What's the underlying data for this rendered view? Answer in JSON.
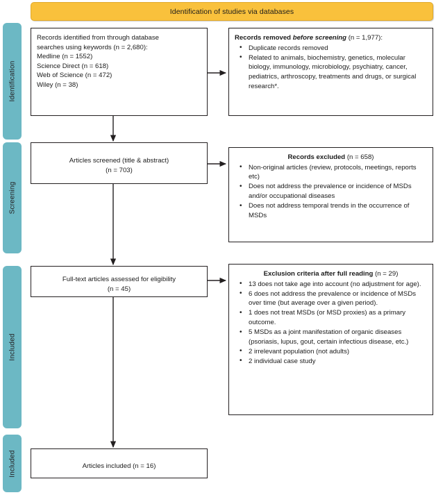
{
  "banner": {
    "title": "Identification of studies via databases",
    "color": "#f9c13c"
  },
  "rails": {
    "color": "#6cb8c4",
    "items": [
      {
        "label": "Identification"
      },
      {
        "label": "Screening"
      },
      {
        "label": "Included"
      },
      {
        "label": "Included"
      }
    ]
  },
  "boxes": {
    "identified": {
      "lines": [
        "Records identified from through database",
        "searches using keywords (n = 2,680):",
        "Medline (n = 1552)",
        "Science Direct (n = 618)",
        "Web of Science (n = 472)",
        "Wiley (n = 38)"
      ]
    },
    "removed": {
      "heading_prefix": "Records removed ",
      "heading_italic": "before screening",
      "heading_suffix": " (n = 1,977):",
      "bullets": [
        "Duplicate records removed",
        "Related to animals, biochemistry, genetics, molecular biology, immunology, microbiology, psychiatry, cancer, pediatrics, arthroscopy, treatments and drugs, or surgical research*."
      ]
    },
    "screened": {
      "lines": [
        "Articles screened (title & abstract)",
        "(n = 703)"
      ]
    },
    "excluded": {
      "heading_bold": "Records excluded",
      "heading_suffix": " (n = 658)",
      "bullets": [
        "Non-original articles (review, protocols, meetings, reports etc)",
        "Does not address the prevalence or incidence of MSDs and/or occupational diseases",
        "Does not address temporal trends in the occurrence of MSDs"
      ]
    },
    "fulltext": {
      "lines": [
        "Full-text articles assessed for eligibility",
        "(n = 45)"
      ]
    },
    "exclusion_criteria": {
      "heading_bold": "Exclusion criteria after full reading",
      "heading_suffix": " (n = 29)",
      "bullets": [
        "13 does not take age into account (no adjustment for age).",
        "6 does not address the prevalence or incidence of MSDs over time (but average over a given period).",
        "1 does not treat MSDs (or MSD proxies) as a primary outcome.",
        "5 MSDs as a joint manifestation of organic diseases (psoriasis, lupus, gout, certain infectious disease, etc.)",
        "2 irrelevant population (not adults)",
        "2 individual case study"
      ]
    },
    "included": {
      "lines": [
        "Articles included (n = 16)"
      ]
    }
  },
  "connectors": {
    "color": "#231f20",
    "arrows": [
      "identified-to-removed",
      "identified-to-screened",
      "screened-to-excluded",
      "screened-to-fulltext",
      "fulltext-to-exclusion-criteria",
      "fulltext-to-included"
    ]
  }
}
